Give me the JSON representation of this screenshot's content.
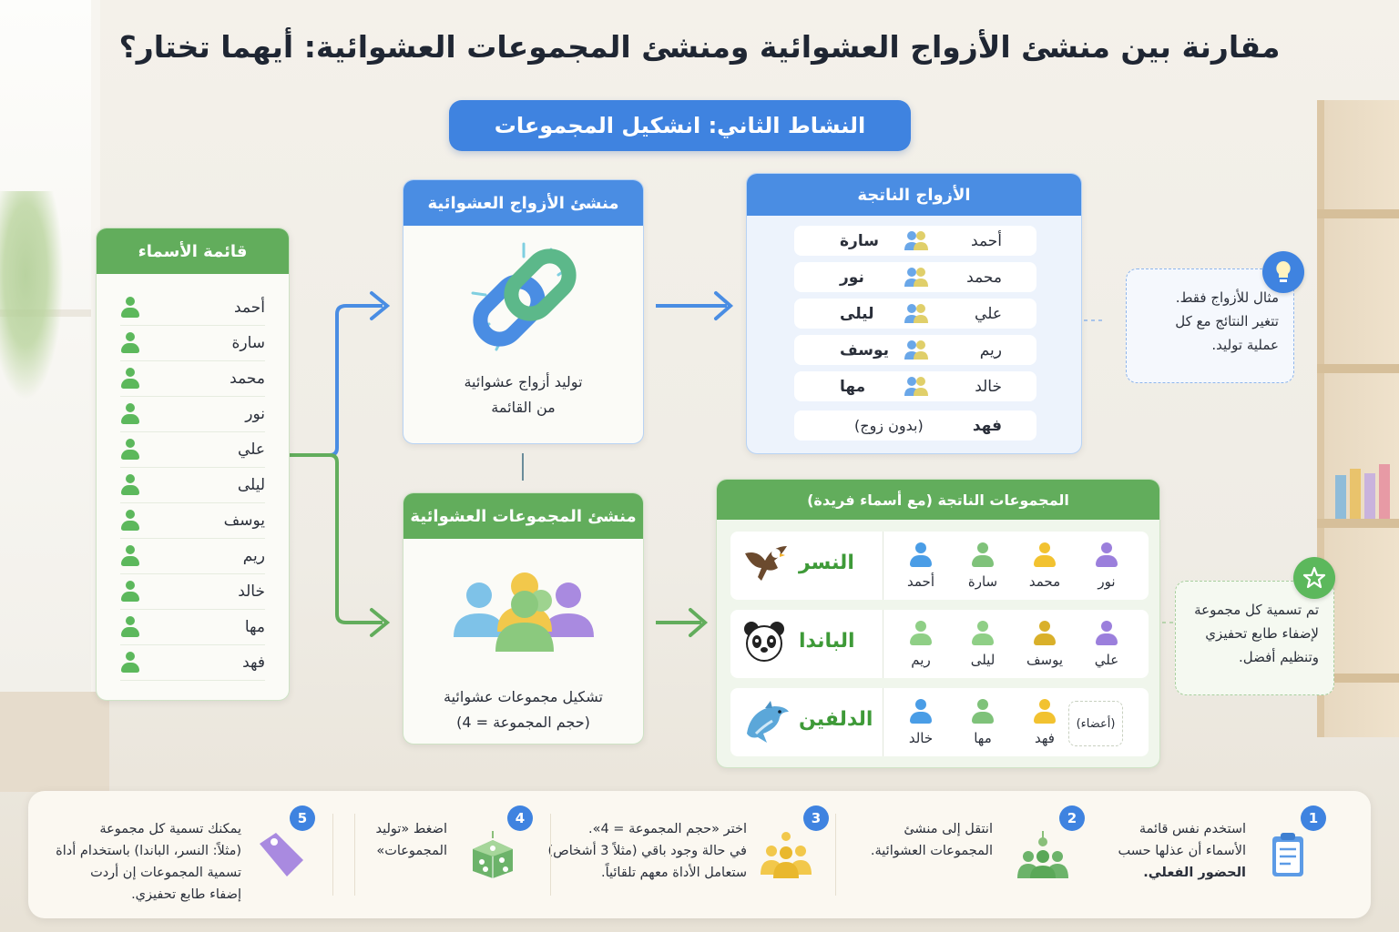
{
  "title": "مقارنة بين منشئ الأزواج العشوائية ومنشئ المجموعات العشوائية: أيهما تختار؟",
  "activity_label": "النشاط الثاني: انشكيل المجموعات",
  "names_list": {
    "header": "قائمة الأسماء",
    "names": [
      "أحمد",
      "سارة",
      "محمد",
      "نور",
      "علي",
      "ليلى",
      "يوسف",
      "ريم",
      "خالد",
      "مها",
      "فهد"
    ]
  },
  "pair_generator": {
    "header": "منشئ الأزواج العشوائية",
    "line1": "توليد أزواج عشوائية",
    "line2": "من القائمة"
  },
  "group_generator": {
    "header": "منشئ المجموعات العشوائية",
    "line1": "تشكيل مجموعات عشوائية",
    "line2": "(حجم المجموعة = 4)"
  },
  "pairs_result": {
    "header": "الأزواج الناتجة",
    "pairs": [
      {
        "a": "أحمد",
        "b": "سارة"
      },
      {
        "a": "محمد",
        "b": "نور"
      },
      {
        "a": "علي",
        "b": "ليلى"
      },
      {
        "a": "ريم",
        "b": "يوسف"
      },
      {
        "a": "خالد",
        "b": "مها"
      }
    ],
    "solo": {
      "name": "فهد",
      "note": "(بدون زوج)"
    }
  },
  "groups_result": {
    "header": "المجموعات الناتجة (مع أسماء فريدة)",
    "groups": [
      {
        "name": "النسر",
        "mascot": "eagle-icon",
        "members": [
          "نور",
          "محمد",
          "سارة",
          "أحمد"
        ],
        "colors": [
          "#9b7fdc",
          "#f2c230",
          "#7fc27a",
          "#4a9de6"
        ]
      },
      {
        "name": "الباندا",
        "mascot": "panda-icon",
        "members": [
          "علي",
          "يوسف",
          "ليلى",
          "ريم"
        ],
        "colors": [
          "#9b7fdc",
          "#d9b02a",
          "#8fcf86",
          "#8fcf86"
        ]
      },
      {
        "name": "الدلفين",
        "mascot": "dolphin-icon",
        "members": [
          "فهد",
          "مها",
          "خالد"
        ],
        "colors": [
          "#f2c230",
          "#7fc27a",
          "#4a9de6"
        ],
        "placeholder": "(أعضاء)"
      }
    ]
  },
  "notes": {
    "pairs_note": [
      "مثال للأزواج فقط.",
      "تتغير النتائج مع كل",
      "عملية توليد."
    ],
    "groups_note": [
      "تم تسمية كل مجموعة",
      "لإضفاء طابع تحفيزي",
      "وتنظيم أفضل."
    ]
  },
  "steps": [
    {
      "num": "1",
      "icon": "clipboard-icon",
      "lines": [
        "استخدم نفس قائمة",
        "الأسماء أن عذلها حسب",
        "الحضور الفعلي."
      ]
    },
    {
      "num": "2",
      "icon": "group-icon",
      "lines": [
        "انتقل إلى منشئ",
        "المجموعات العشوائية."
      ]
    },
    {
      "num": "3",
      "icon": "people-icon",
      "lines": [
        "اختر «حجم المجموعة = 4».",
        "في حالة وجود باقي (مثلاً 3 أشخاص)",
        "ستعامل الأداة معهم تلقائياً."
      ]
    },
    {
      "num": "4",
      "icon": "dice-icon",
      "lines": [
        "اضغط «توليد",
        "المجموعات»"
      ]
    },
    {
      "num": "5",
      "icon": "tag-icon",
      "lines": [
        "يمكنك تسمية كل مجموعة",
        "(مثلاً: النسر، الباندا) باستخدام أداة",
        "تسمية المجموعات إن أردت",
        "إضفاء طابع تحفيزي."
      ]
    }
  ],
  "colors": {
    "blue": "#3f83e0",
    "green": "#62ad5c"
  }
}
